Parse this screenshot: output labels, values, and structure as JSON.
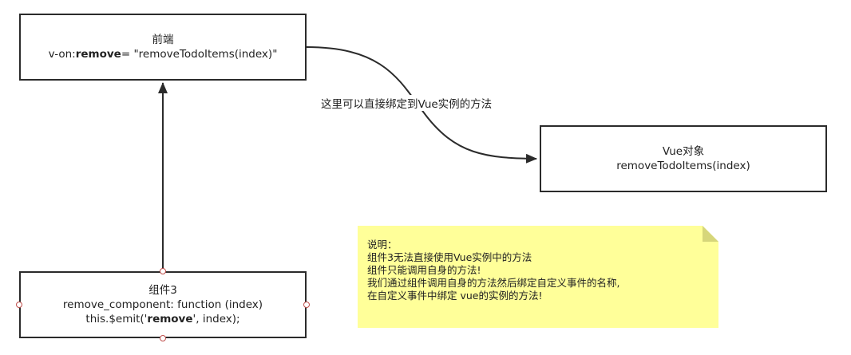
{
  "frontend": {
    "title": "前端",
    "code_prefix": "v-on:",
    "code_bold": "remove",
    "code_suffix": "= \"removeTodoItems(index)\""
  },
  "vue_box": {
    "title": "Vue对象",
    "method": "removeTodoItems(index)"
  },
  "component_box": {
    "title": "组件3",
    "line1": "remove_component: function (index)",
    "line2_prefix": "this.$emit('",
    "line2_bold": "remove",
    "line2_suffix": "', index);"
  },
  "edge_label": "这里可以直接绑定到Vue实例的方法",
  "note": {
    "lines": [
      "说明：",
      "组件3无法直接使用Vue实例中的方法",
      "组件只能调用自身的方法!",
      "我们通过组件调用自身的方法然后绑定自定义事件的名称,",
      "在自定义事件中绑定 vue的实例的方法!"
    ],
    "fill": "#ffff99",
    "fold": "#d6d67a"
  },
  "colors": {
    "stroke": "#2b2b2b",
    "handle": "#c0504d"
  }
}
